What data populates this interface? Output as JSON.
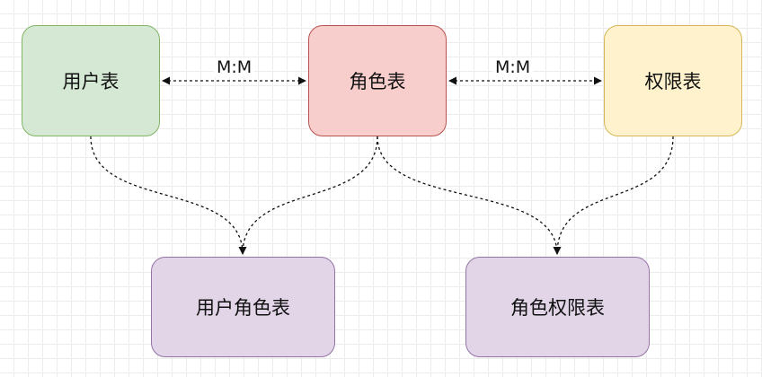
{
  "nodes": {
    "user_table": {
      "label": "用户表",
      "fill": "#d5e8d4",
      "stroke": "#82b366"
    },
    "role_table": {
      "label": "角色表",
      "fill": "#f8cecc",
      "stroke": "#b85450"
    },
    "permission_table": {
      "label": "权限表",
      "fill": "#fff2cc",
      "stroke": "#d6b656"
    },
    "user_role_table": {
      "label": "用户角色表",
      "fill": "#e1d5e7",
      "stroke": "#9673a6"
    },
    "role_permission_table": {
      "label": "角色权限表",
      "fill": "#e1d5e7",
      "stroke": "#9673a6"
    }
  },
  "relations": {
    "user_role": {
      "label": "M:M"
    },
    "role_permission": {
      "label": "M:M"
    }
  },
  "colors": {
    "edge": "#111111"
  }
}
